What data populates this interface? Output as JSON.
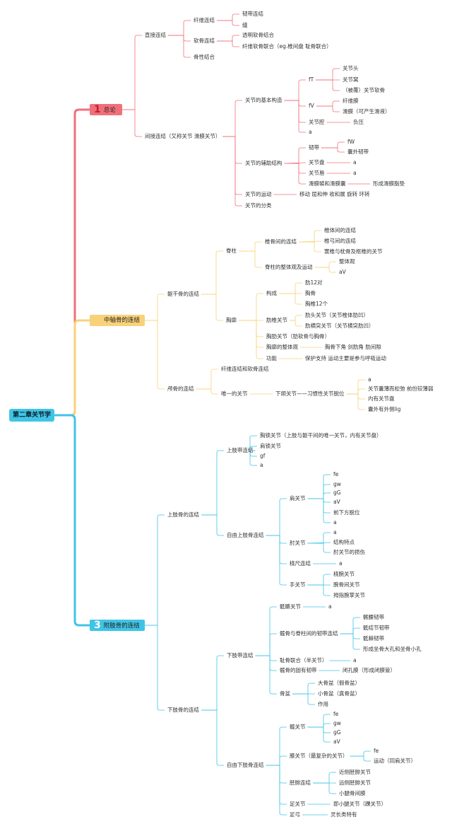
{
  "colors": {
    "root": "#40c4e6",
    "b1": "#f0707a",
    "b2": "#f8d27a",
    "b3": "#40c4e6"
  },
  "root": "第二章关节学",
  "b1": {
    "num": "1",
    "label": "总论"
  },
  "b2": {
    "label": "中轴骨的连结"
  },
  "b3": {
    "num": "3",
    "label": "附肢骨的连结"
  },
  "t": {
    "n1": "直接连结",
    "n2": "纤维连结",
    "n3": "韧带连结",
    "n4": "缝",
    "n5": "软骨连结",
    "n6": "透明软骨结合",
    "n7": "纤维软骨联合（eg.椎间盘 耻骨联合）",
    "n8": "骨性结合",
    "n9": "间接连结（又称关节 滑膜关节）",
    "n10": "关节的基本构造",
    "n11": "fT",
    "n12": "关节头",
    "n13": "关节窝",
    "n14": "（被覆）关节软骨",
    "n15": "fV",
    "n16": "纤维膜",
    "n17": "滑膜（可产生滑液）",
    "n18": "关节腔",
    "n19": "负压",
    "n20": "a",
    "n21": "关节的辅助结构",
    "n22": "韧带",
    "n23": "fW",
    "n24": "囊外韧带",
    "n25": "关节盘",
    "n26": "a",
    "n27": "关节唇",
    "n28": "a",
    "n29": "滑膜襞和滑膜囊",
    "n30": "形成滑膜脂垫",
    "n31": "关节的运动",
    "n32": "移动 屈和伸 收和展 旋转 环转",
    "n33": "关节的分类",
    "m1": "躯干骨的连结",
    "m2": "脊柱",
    "m3": "椎骨间的连结",
    "m4": "椎体间的连结",
    "m5": "椎弓间的连结",
    "m6": "寰椎与枕骨及枢椎的关节",
    "m7": "脊柱的整体观及运动",
    "m8": "整体观",
    "m9": "aV",
    "m10": "胸廓",
    "m11": "构成",
    "m12": "肋12对",
    "m13": "胸骨",
    "m14": "胸椎12个",
    "m15": "肋椎关节",
    "m16": "肋头关节（关节椎体肋凹）",
    "m17": "肋横突关节（关节横突肋凹）",
    "m18": "胸肋关节（肋软骨与胸骨）",
    "m19": "胸廓的整体观",
    "m20": "胸骨下角 剑肋角 肋间隙",
    "m21": "功能",
    "m22": "保护支持 运动主要是参与呼吸运动",
    "m23": "颅骨的连结",
    "m24": "纤维连结和软骨连结",
    "m25": "唯一的关节",
    "m26": "下颌关节——习惯性关节脱位",
    "m27": "a",
    "m28": "关节囊薄而松弛 前份较薄弱",
    "m29": "内有关节盘",
    "m30": "囊外有外侧lig",
    "u1": "上肢骨的连结",
    "u2": "上肢带连结",
    "u3": "胸锁关节（上肢与躯干间的唯一关节，内有关节盘）",
    "u4": "肩锁关节",
    "u5": "gf",
    "u6": "a",
    "u7": "自由上肢骨连结",
    "u8": "肩关节",
    "u9": "fe",
    "u10": "gw",
    "u11": "gG",
    "u12": "aV",
    "u13": "前下方脱位",
    "u14": "a",
    "u15": "肘关节",
    "u16": "a",
    "u17": "结构特点",
    "u18": "肘关节的损伤",
    "u19": "桡尺连结",
    "u20": "a",
    "u21": "手关节",
    "u22": "桡腕关节",
    "u23": "腕骨间关节",
    "u24": "拇指腕掌关节",
    "l1": "下肢骨的连结",
    "l2": "下肢带连结",
    "l3": "骶髂关节",
    "l4": "a",
    "l5": "髋骨与脊柱间的韧带连结",
    "l6": "髂腰韧带",
    "l7": "骶结节韧带",
    "l8": "骶棘韧带",
    "l9": "形成坐骨大孔和坐骨小孔",
    "l10": "耻骨联合（半关节）",
    "l11": "a",
    "l12": "髋骨的固有韧带",
    "l13": "闭孔膜（形成闭膜管）",
    "l14": "骨盆",
    "l15": "大骨盆（假骨盆）",
    "l16": "小骨盆（真骨盆）",
    "l17": "作用",
    "l18": "自由下肢骨连结",
    "l19": "髋关节",
    "l20": "fe",
    "l21": "gw",
    "l22": "gG",
    "l23": "aV",
    "l24": "膝关节（最复杂的关节）",
    "l25": "fe",
    "l26": "运动（同肩关节）",
    "l27": "胫腓连结",
    "l28": "近侧胫腓关节",
    "l29": "远侧胫腓关节",
    "l30": "小腿骨间膜",
    "l31": "足关节",
    "l32": "即小腿关节（踝关节）",
    "l33": "足弓",
    "l34": "灵长类特有"
  }
}
